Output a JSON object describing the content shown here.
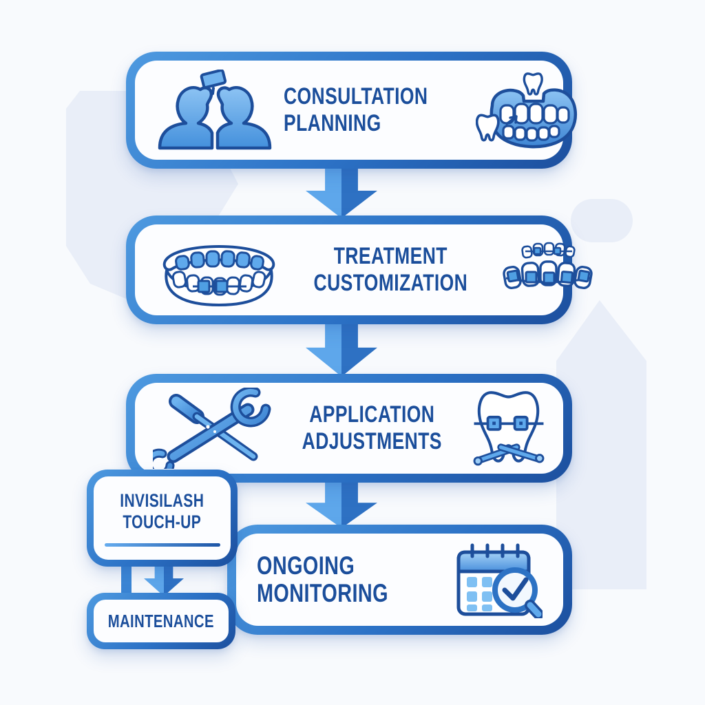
{
  "figure": {
    "type": "flowchart",
    "topic": "orthodontic-treatment-process",
    "colors": {
      "background": "#f8fafd",
      "background_shape": "#e9eef8",
      "box_border_light": "#4e9ae0",
      "box_border_dark": "#1c4f9e",
      "box_fill": "#fcfdff",
      "title_text": "#1b4e9b",
      "arrow_light": "#5ea7eb",
      "arrow_dark": "#2e71c3",
      "icon_fill": "#5fa9ec",
      "icon_outline": "#1d4e9b"
    },
    "steps": [
      {
        "label": "CONSULTATION\nPLANNING",
        "icons": [
          "consultation-icon",
          "denture-icon"
        ]
      },
      {
        "label": "TREATMENT\nCUSTOMIZATION",
        "icons": [
          "aligner-icon",
          "braces-icon"
        ]
      },
      {
        "label": "APPLICATION\nADJUSTMENTS",
        "icons": [
          "tools-icon",
          "tooth-braces-icon"
        ]
      },
      {
        "label": "ONGOING MONITORING",
        "icons": [
          "calendar-check-icon"
        ]
      }
    ],
    "branch": {
      "touch_up": {
        "label": "INVISILASH\nTOUCH-UP"
      },
      "maintenance": {
        "label": "MAINTENANCE"
      }
    }
  }
}
